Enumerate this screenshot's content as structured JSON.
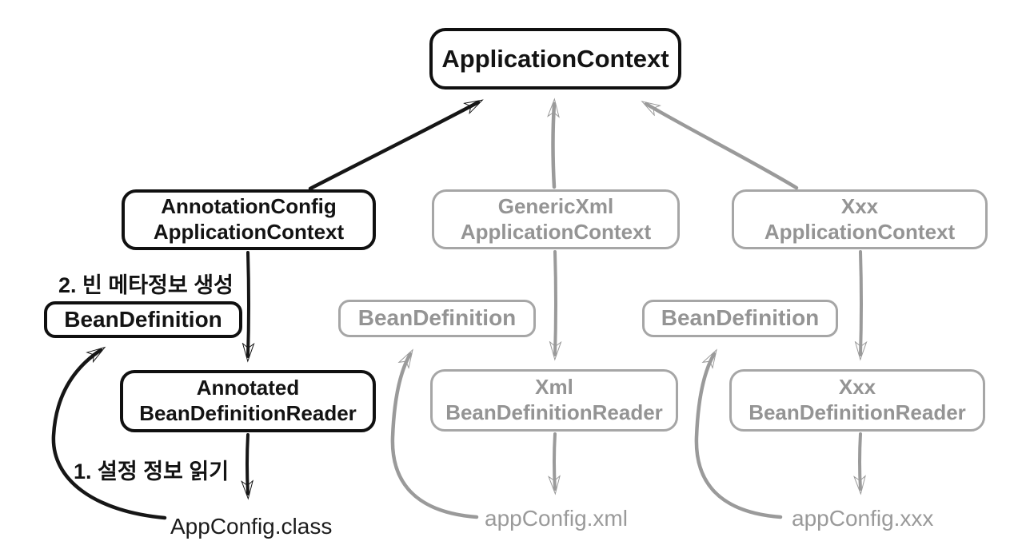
{
  "diagram": {
    "root": {
      "label": "ApplicationContext"
    },
    "columns": [
      {
        "id": "annotation-config",
        "active": true,
        "context": {
          "line1": "AnnotationConfig",
          "line2": "ApplicationContext"
        },
        "bean_definition": "BeanDefinition",
        "reader": {
          "line1": "Annotated",
          "line2": "BeanDefinitionReader"
        },
        "config_file": "AppConfig.class"
      },
      {
        "id": "generic-xml",
        "active": false,
        "context": {
          "line1": "GenericXml",
          "line2": "ApplicationContext"
        },
        "bean_definition": "BeanDefinition",
        "reader": {
          "line1": "Xml",
          "line2": "BeanDefinitionReader"
        },
        "config_file": "appConfig.xml"
      },
      {
        "id": "xxx",
        "active": false,
        "context": {
          "line1": "Xxx",
          "line2": "ApplicationContext"
        },
        "bean_definition": "BeanDefinition",
        "reader": {
          "line1": "Xxx",
          "line2": "BeanDefinitionReader"
        },
        "config_file": "appConfig.xxx"
      }
    ],
    "annotations": [
      {
        "step": "2",
        "text": "2. 빈 메타정보 생성"
      },
      {
        "step": "1",
        "text": "1. 설정 정보 읽기"
      }
    ],
    "edges": [
      {
        "from": "AnnotationConfigApplicationContext",
        "to": "ApplicationContext",
        "style": "black",
        "kind": "straight-up"
      },
      {
        "from": "GenericXmlApplicationContext",
        "to": "ApplicationContext",
        "style": "gray",
        "kind": "straight-up"
      },
      {
        "from": "XxxApplicationContext",
        "to": "ApplicationContext",
        "style": "gray",
        "kind": "straight-up"
      },
      {
        "from": "AnnotationConfigApplicationContext",
        "to": "AnnotatedBeanDefinitionReader",
        "style": "black",
        "kind": "straight-down"
      },
      {
        "from": "AnnotatedBeanDefinitionReader",
        "to": "AppConfig.class",
        "style": "black",
        "kind": "straight-down"
      },
      {
        "from": "AppConfig.class",
        "to": "BeanDefinition",
        "style": "black",
        "kind": "curved-up"
      },
      {
        "from": "GenericXmlApplicationContext",
        "to": "XmlBeanDefinitionReader",
        "style": "gray",
        "kind": "straight-down"
      },
      {
        "from": "XmlBeanDefinitionReader",
        "to": "appConfig.xml",
        "style": "gray",
        "kind": "straight-down"
      },
      {
        "from": "appConfig.xml",
        "to": "BeanDefinition",
        "style": "gray",
        "kind": "curved-up"
      },
      {
        "from": "XxxApplicationContext",
        "to": "XxxBeanDefinitionReader",
        "style": "gray",
        "kind": "straight-down"
      },
      {
        "from": "XxxBeanDefinitionReader",
        "to": "appConfig.xxx",
        "style": "gray",
        "kind": "straight-down"
      },
      {
        "from": "appConfig.xxx",
        "to": "BeanDefinition",
        "style": "gray",
        "kind": "curved-up"
      }
    ],
    "colors": {
      "active": "#161616",
      "inactive": "#9a9a9a",
      "background": "#ffffff"
    }
  }
}
